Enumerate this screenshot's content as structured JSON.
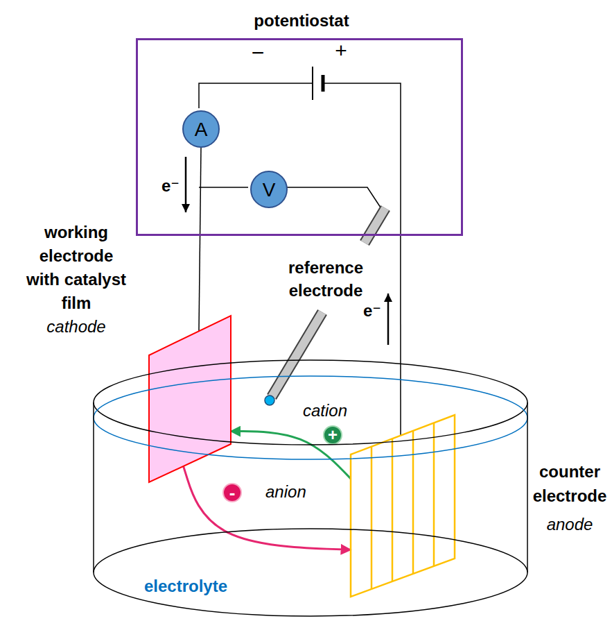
{
  "diagram": {
    "nodes": [
      {
        "text": [
          "potentiostat"
        ]
      },
      {
        "text": [
          "A"
        ],
        "in": 0
      },
      {
        "text": [
          "V"
        ],
        "in": 0
      },
      {
        "text": [
          "working electrode with catalyst film",
          "cathode"
        ]
      },
      {
        "text": [
          "cation",
          "+"
        ]
      },
      {
        "text": [
          "-",
          "anion"
        ]
      },
      {
        "text": [
          "counter electrode",
          "anode"
        ]
      },
      {
        "text": [
          "electrolyte"
        ]
      }
    ],
    "edges": [
      {
        "from": 1,
        "to": 3,
        "arrow": "none"
      },
      {
        "from": 0,
        "to": 6,
        "arrow": "none"
      },
      {
        "from": 6,
        "to": 3,
        "arrow": "to"
      },
      {
        "from": 3,
        "to": 6,
        "arrow": "to"
      }
    ],
    "labels": [
      "−",
      "+",
      "e⁻",
      "e⁻",
      "reference electrode"
    ]
  }
}
